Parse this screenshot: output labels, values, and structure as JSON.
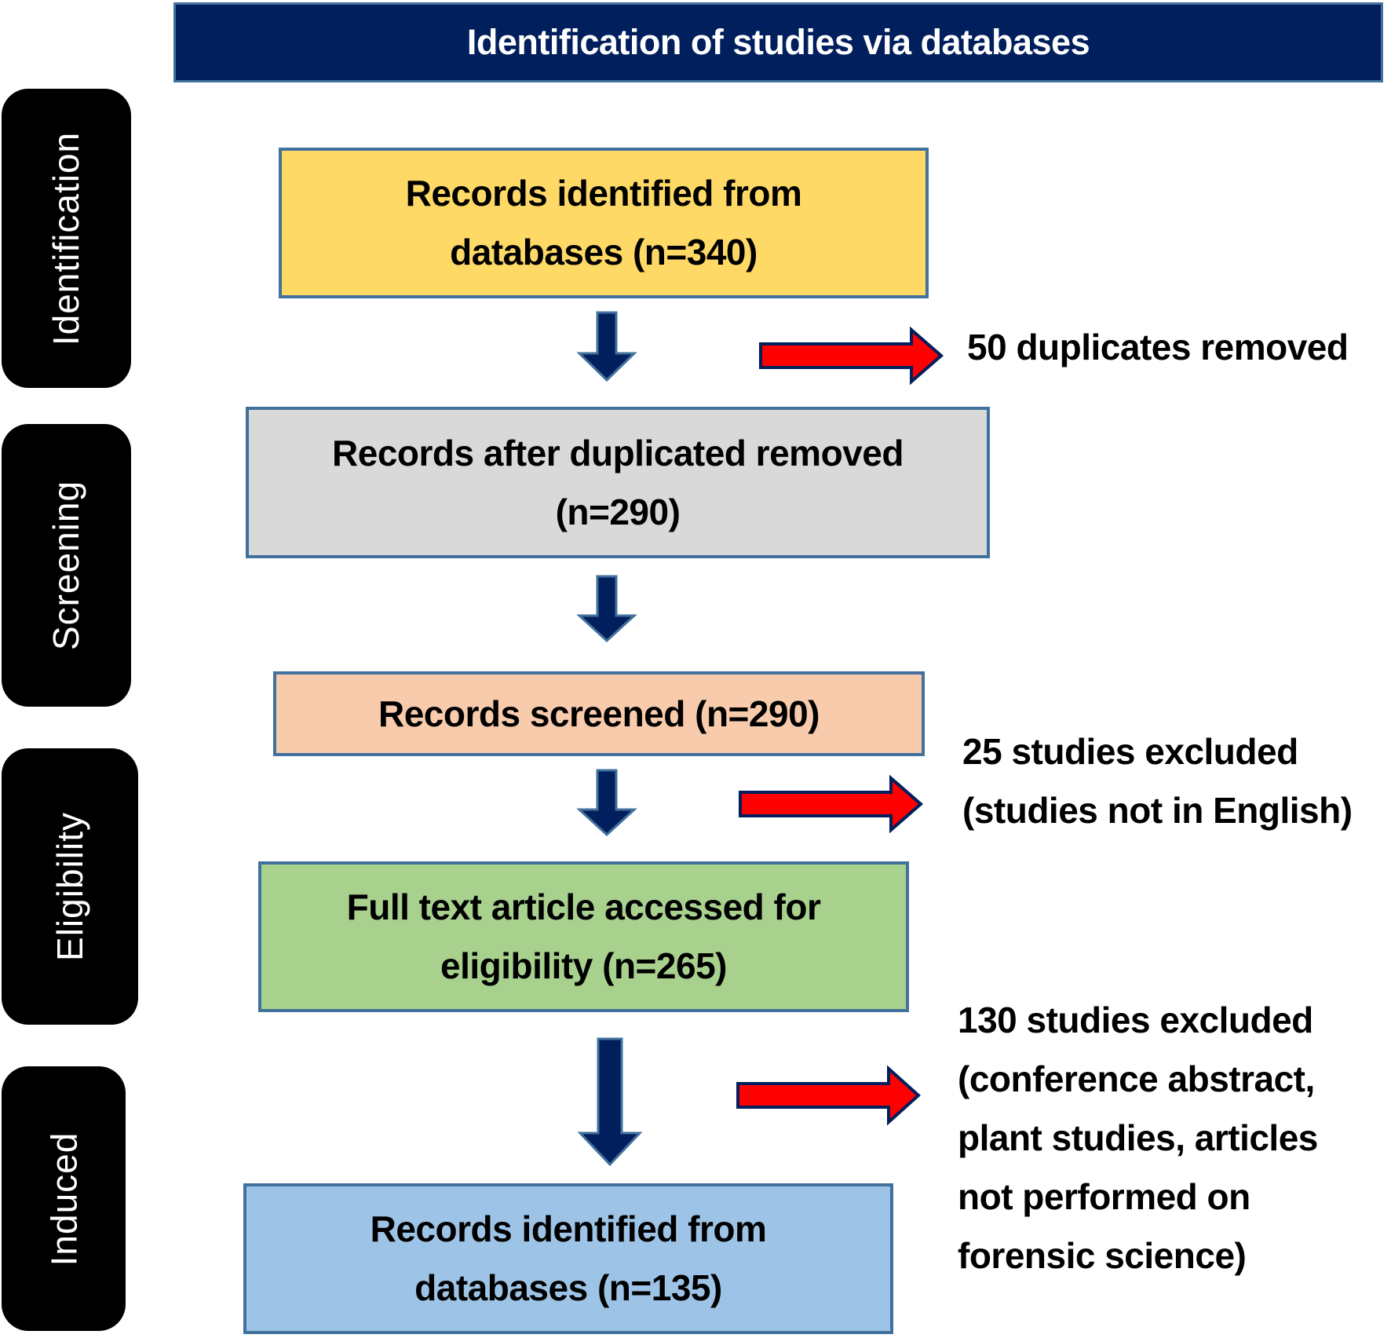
{
  "header": {
    "title": "Identification of studies via databases"
  },
  "stages": [
    {
      "label": "Identification"
    },
    {
      "label": "Screening"
    },
    {
      "label": "Eligibility"
    },
    {
      "label": "Induced"
    }
  ],
  "boxes": [
    {
      "lines": [
        "Records identified from",
        "databases (n=340)"
      ],
      "n": 340,
      "color": "#ffd966"
    },
    {
      "lines": [
        "Records after duplicated removed",
        "(n=290)"
      ],
      "n": 290,
      "color": "#d9d9d9"
    },
    {
      "lines": [
        "Records screened (n=290)"
      ],
      "n": 290,
      "color": "#f8cbad"
    },
    {
      "lines": [
        "Full text article accessed for",
        "eligibility (n=265)"
      ],
      "n": 265,
      "color": "#a9d18e"
    },
    {
      "lines": [
        "Records identified from",
        "databases (n=135)"
      ],
      "n": 135,
      "color": "#9dc3e6"
    }
  ],
  "exclusions": [
    {
      "lines": [
        "50 duplicates removed"
      ],
      "n": 50
    },
    {
      "lines": [
        "25 studies excluded",
        "(studies not in English)"
      ],
      "n": 25
    },
    {
      "lines": [
        "130 studies excluded",
        "(conference abstract,",
        "plant studies, articles",
        "not performed on",
        "forensic science)"
      ],
      "n": 130
    }
  ],
  "colors": {
    "header_bg": "#001f5c",
    "box_border": "#41719c",
    "down_arrow": "#001f5c",
    "exclusion_arrow": "#ff0000",
    "stage_bg": "#000000"
  }
}
